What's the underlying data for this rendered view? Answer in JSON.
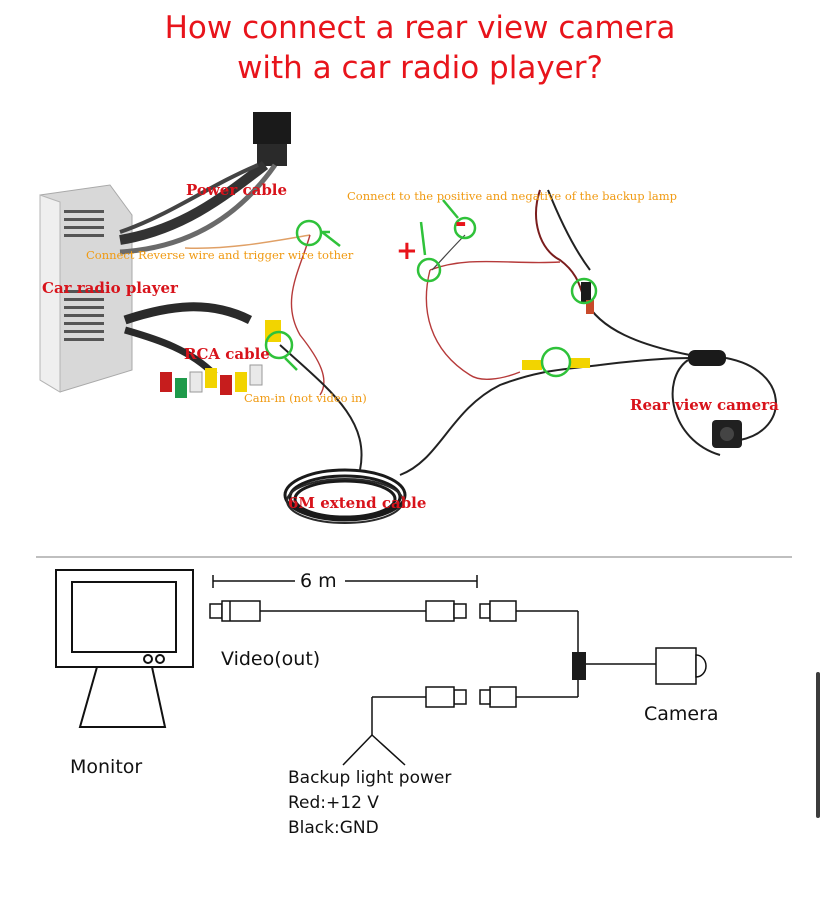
{
  "title": {
    "line1": "How connect a rear view camera",
    "line2": "with a car radio player?"
  },
  "photo_labels": {
    "power_cable": "Power cable",
    "car_radio_player": "Car radio player",
    "rca_cable": "RCA cable",
    "connect_reverse": "Connect Reverse wire and trigger wire tother",
    "cam_in": "Cam-in (not video in)",
    "backup_lamp": "Connect to the positive and negative of the backup lamp",
    "plus": "+",
    "minus": "-",
    "rear_view_camera": "Rear view camera",
    "extend_cable": "6M extend cable"
  },
  "schematic_labels": {
    "distance": "6 m",
    "video_out": "Video(out)",
    "monitor": "Monitor",
    "camera": "Camera",
    "backup_power": "Backup light power",
    "red": "Red:+12 V",
    "black": "Black:GND"
  },
  "colors": {
    "title": "#e8141b",
    "label_red": "#d8131b",
    "label_orange": "#f09a12",
    "highlight_green": "#2fc23a"
  }
}
